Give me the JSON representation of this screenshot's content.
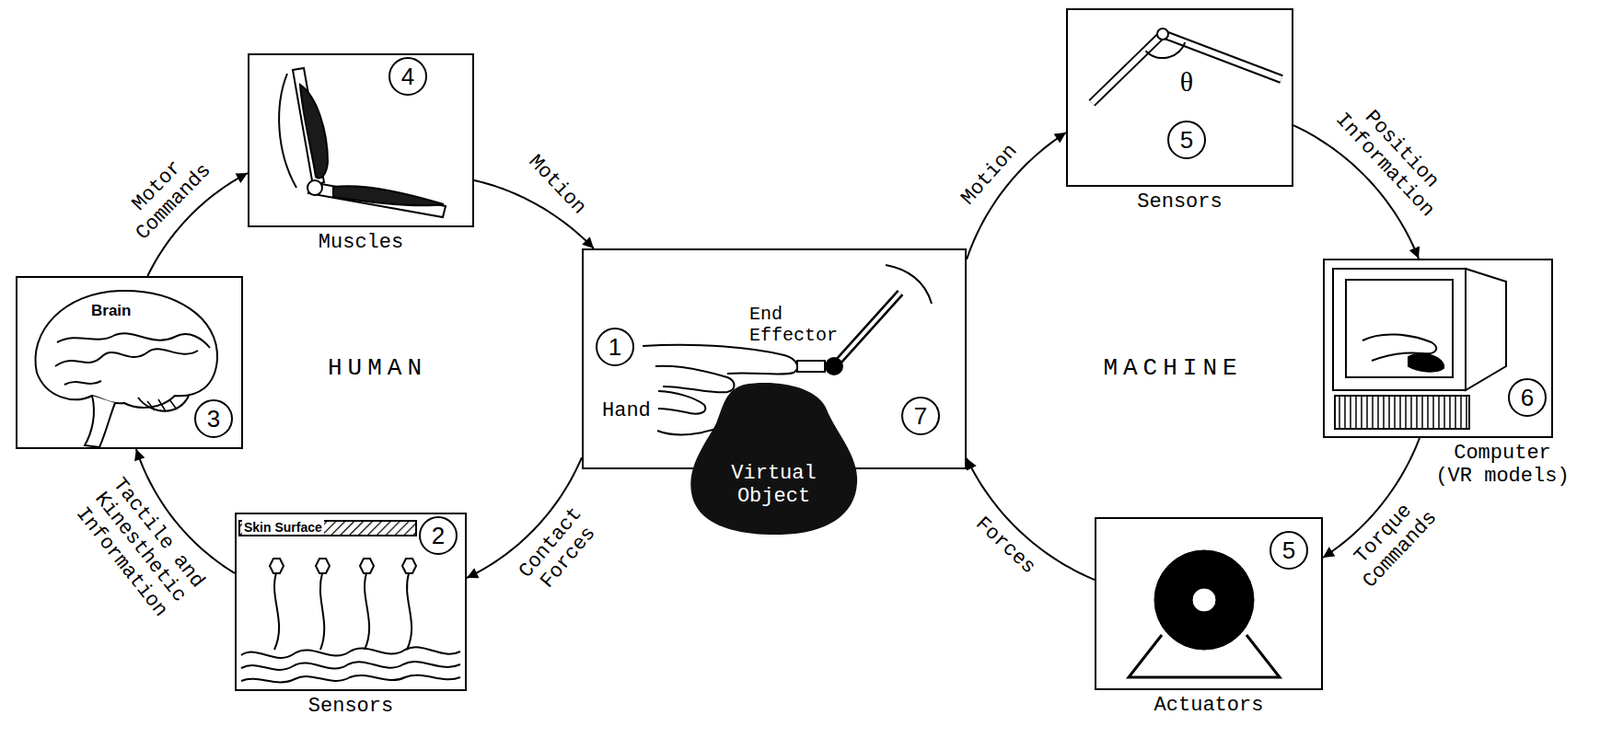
{
  "diagram": {
    "nodes": [
      {
        "text": [
          "Muscles"
        ]
      },
      {
        "text": [
          "Brain"
        ]
      },
      {
        "text": [
          "Skin Surface",
          "Sensors"
        ]
      },
      {
        "text": [
          "End Effector",
          "Hand"
        ]
      },
      {
        "text": [
          "Virtual Object"
        ]
      },
      {
        "text": [
          "Sensors"
        ]
      },
      {
        "text": [
          "Computer (VR models)"
        ]
      },
      {
        "text": [
          "Actuators"
        ]
      }
    ],
    "edges": [
      {
        "from": 1,
        "to": 0,
        "label": "Motor Commands",
        "arrow": "to"
      },
      {
        "from": 0,
        "to": 3,
        "label": "Motion",
        "arrow": "to"
      },
      {
        "from": 3,
        "to": 2,
        "label": "Contact Forces",
        "arrow": "to"
      },
      {
        "from": 2,
        "to": 1,
        "label": "Tactile and Kinesthetic Information",
        "arrow": "to"
      },
      {
        "from": 3,
        "to": 5,
        "label": "Motion",
        "arrow": "to"
      },
      {
        "from": 5,
        "to": 6,
        "label": "Position Information",
        "arrow": "to"
      },
      {
        "from": 6,
        "to": 7,
        "label": "Torque Commands",
        "arrow": "to"
      },
      {
        "from": 7,
        "to": 3,
        "label": "Forces",
        "arrow": "to"
      }
    ],
    "labels": [
      "4",
      "3",
      "HUMAN",
      "1",
      "7",
      "2",
      "θ",
      "5",
      "MACHINE",
      "6",
      "5"
    ]
  }
}
